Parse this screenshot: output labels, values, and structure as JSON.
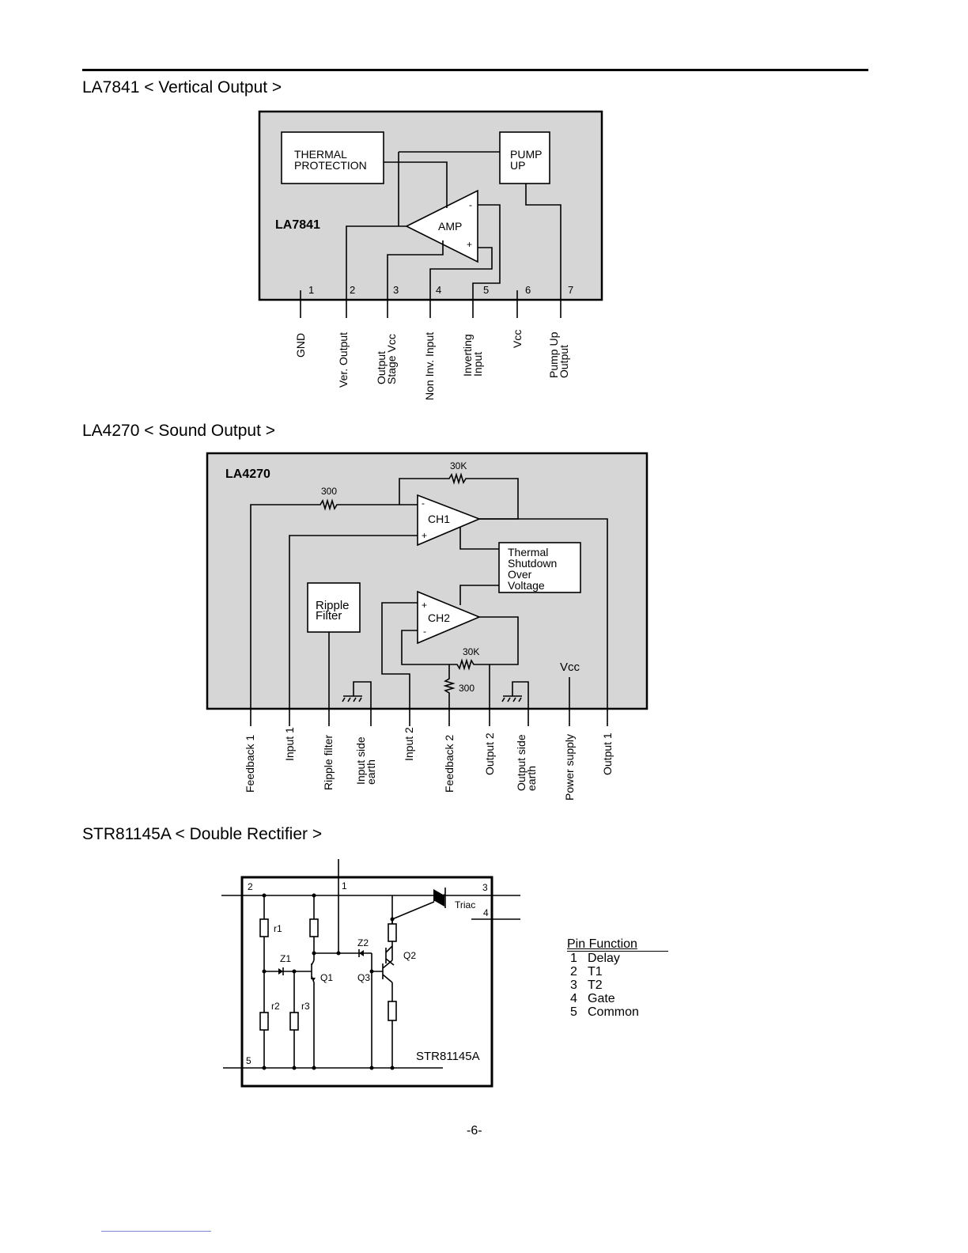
{
  "sections": {
    "la7841_title": "LA7841 < Vertical Output >",
    "la4270_title": "LA4270 < Sound Output >",
    "str_title": "STR81145A < Double Rectifier >"
  },
  "la7841": {
    "chip_label": "LA7841",
    "thermal_line1": "THERMAL",
    "thermal_line2": "PROTECTION",
    "pump_line1": "PUMP",
    "pump_line2": "UP",
    "amp": "AMP",
    "minus": "-",
    "plus": "+",
    "pins": [
      "1",
      "2",
      "3",
      "4",
      "5",
      "6",
      "7"
    ],
    "pin_labels": {
      "gnd": "GND",
      "ver_output": "Ver. Output",
      "output_stage_1": "Output",
      "output_stage_2": "Stage Vcc",
      "non_inv": "Non Inv. Input",
      "inverting_1": "Inverting",
      "inverting_2": "Input",
      "vcc": "Vcc",
      "pump_out_1": "Pump Up",
      "pump_out_2": "Output"
    }
  },
  "la4270": {
    "chip_label": "LA4270",
    "r_300_top": "300",
    "r_30k_top": "30K",
    "ch1": "CH1",
    "ch2": "CH2",
    "minus": "-",
    "plus": "+",
    "thermal_1": "Thermal",
    "thermal_2": "Shutdown",
    "thermal_3": "Over",
    "thermal_4": "Voltage",
    "ripple_1": "Ripple",
    "ripple_2": "Filter",
    "r_30k_bottom": "30K",
    "r_300_bottom": "300",
    "vcc": "Vcc",
    "pin_labels": {
      "feedback1": "Feedback 1",
      "input1": "Input 1",
      "ripple": "Ripple filter",
      "input_earth_1": "Input side",
      "input_earth_2": "earth",
      "input2": "Input 2",
      "feedback2": "Feedback 2",
      "output2": "Output 2",
      "output_earth_1": "Output side",
      "output_earth_2": "earth",
      "power": "Power supply",
      "output1": "Output 1"
    }
  },
  "str81145a": {
    "chip_label": "STR81145A",
    "triac": "Triac",
    "pins": [
      "1",
      "2",
      "3",
      "4",
      "5"
    ],
    "r1": "r1",
    "r2": "r2",
    "r3": "r3",
    "z1": "Z1",
    "z2": "Z2",
    "q1": "Q1",
    "q2": "Q2",
    "q3": "Q3"
  },
  "pin_function": {
    "header": "Pin  Function",
    "rows": [
      {
        "pin": "1",
        "fn": "Delay"
      },
      {
        "pin": "2",
        "fn": "T1"
      },
      {
        "pin": "3",
        "fn": "T2"
      },
      {
        "pin": "4",
        "fn": "Gate"
      },
      {
        "pin": "5",
        "fn": "Common"
      }
    ]
  },
  "page_number": "-6-"
}
